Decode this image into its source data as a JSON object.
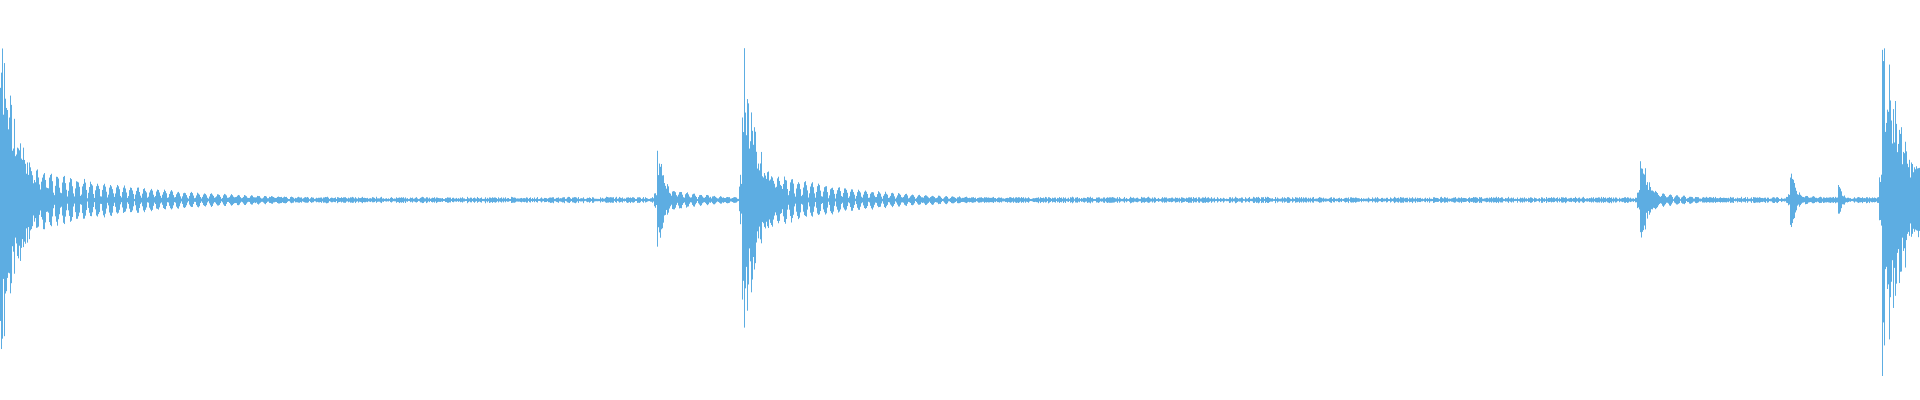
{
  "waveform": {
    "color": "#5dade2",
    "amplitude_range": [
      -1,
      1
    ],
    "duration_range": [
      0,
      1
    ],
    "baseline_noise": 0.012,
    "events": [
      {
        "t": 0.0,
        "peak": 0.98,
        "decay": 0.01,
        "ringing": 0.22
      },
      {
        "t": 0.342,
        "peak": 0.36,
        "decay": 0.004,
        "ringing": 0.08
      },
      {
        "t": 0.386,
        "peak": 0.99,
        "decay": 0.008,
        "ringing": 0.2
      },
      {
        "t": 0.854,
        "peak": 0.38,
        "decay": 0.004,
        "ringing": 0.06
      },
      {
        "t": 0.932,
        "peak": 0.22,
        "decay": 0.003,
        "ringing": 0.04
      },
      {
        "t": 0.957,
        "peak": 0.14,
        "decay": 0.002,
        "ringing": 0.02
      },
      {
        "t": 0.98,
        "peak": 1.0,
        "decay": 0.012,
        "ringing": 0.25
      }
    ]
  }
}
